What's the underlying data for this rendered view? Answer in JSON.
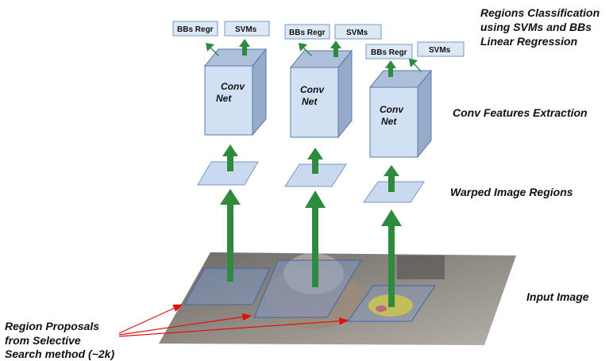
{
  "labels": {
    "regions_classification": [
      "Regions Classification",
      "using SVMs and BBs",
      "Linear Regression"
    ],
    "conv_features": "Conv Features Extraction",
    "warped_regions": "Warped Image Regions",
    "input_image": "Input Image",
    "region_proposals": [
      "Region Proposals",
      "from Selective",
      "Search method (~2k)"
    ]
  },
  "pipelines": [
    {
      "bbs": "BBs Regr",
      "svms": "SVMs",
      "conv": [
        "Conv",
        "Net"
      ]
    },
    {
      "bbs": "BBs Regr",
      "svms": "SVMs",
      "conv": [
        "Conv",
        "Net"
      ]
    },
    {
      "bbs": "BBs Regr",
      "svms": "SVMs",
      "conv": [
        "Conv",
        "Net"
      ]
    }
  ],
  "colors": {
    "arrow_green": "#2e8b3e",
    "box_fill": "#d2e0f3",
    "box_stroke": "#5a79a6",
    "red_arrow": "#e01010"
  }
}
